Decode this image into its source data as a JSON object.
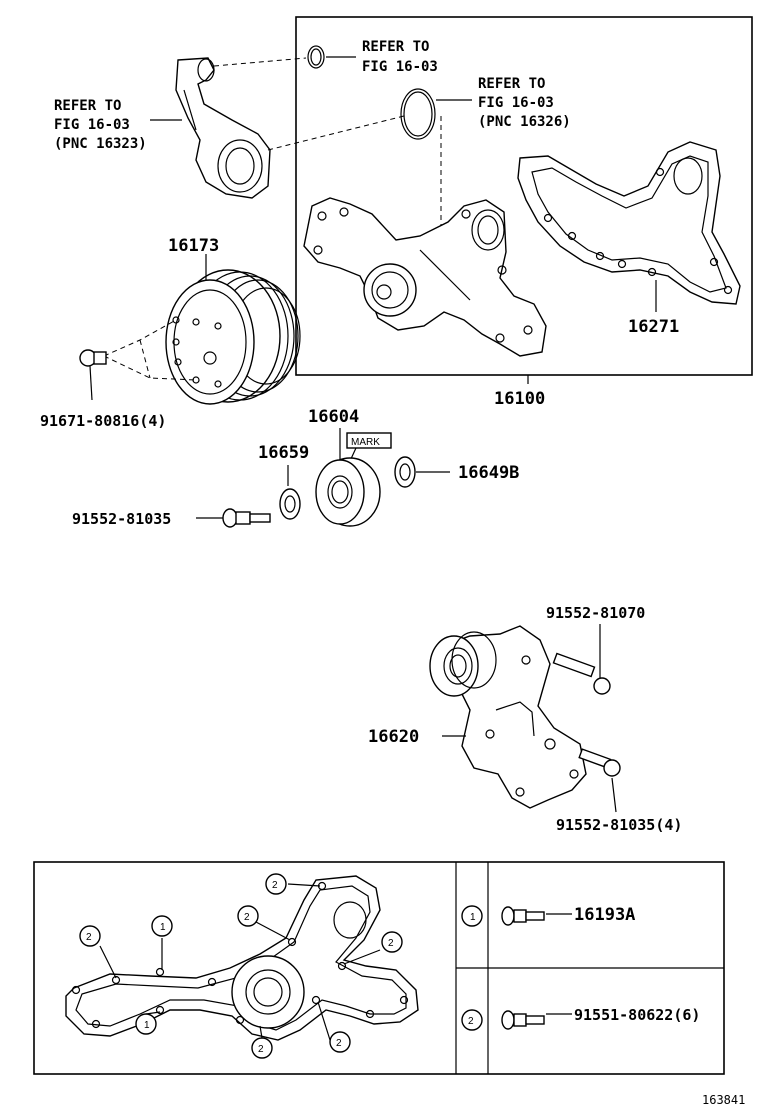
{
  "labels": {
    "refer_small_oring": [
      "REFER TO",
      "FIG 16-03"
    ],
    "refer_large_oring": [
      "REFER TO",
      "FIG 16-03",
      "(PNC 16326)"
    ],
    "refer_inlet": [
      "REFER TO",
      "FIG 16-03",
      "(PNC 16323)"
    ],
    "pulley": "16173",
    "pulley_bolt": "91671-80816(4)",
    "gasket": "16271",
    "pump_assembly": "16100",
    "idler_pulley": "16604",
    "mark": "MARK",
    "plate_left": "16659",
    "plate_right": "16649B",
    "idler_bolt": "91552-81035",
    "tensioner_bolt_top": "91552-81070",
    "tensioner": "16620",
    "tensioner_bolts": "91552-81035(4)",
    "figure_id": "163841"
  },
  "legend": {
    "rows": [
      {
        "key": "1",
        "part": "16193A"
      },
      {
        "key": "2",
        "part": "91551-80622(6)"
      }
    ]
  },
  "callouts": [
    "2",
    "1",
    "2",
    "2",
    "2",
    "1",
    "2",
    "2"
  ]
}
